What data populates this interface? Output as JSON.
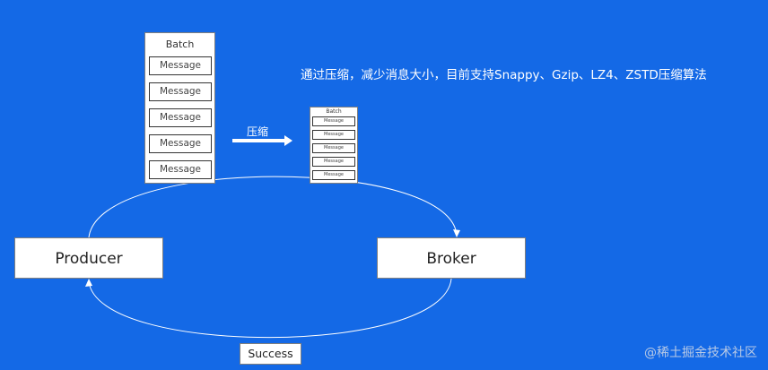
{
  "batch": {
    "title": "Batch",
    "messages": [
      "Message",
      "Message",
      "Message",
      "Message",
      "Message"
    ]
  },
  "compressed_batch": {
    "title": "Batch",
    "messages": [
      "Message",
      "Message",
      "Message",
      "Message",
      "Message"
    ]
  },
  "compress_label": "压缩",
  "description": "通过压缩，减少消息大小，目前支持Snappy、Gzip、LZ4、ZSTD压缩算法",
  "nodes": {
    "producer": "Producer",
    "broker": "Broker",
    "success": "Success"
  },
  "watermark": "@稀土掘金技术社区",
  "colors": {
    "background": "#1469e6",
    "box_fill": "#ffffff",
    "arrow": "#ffffff"
  }
}
